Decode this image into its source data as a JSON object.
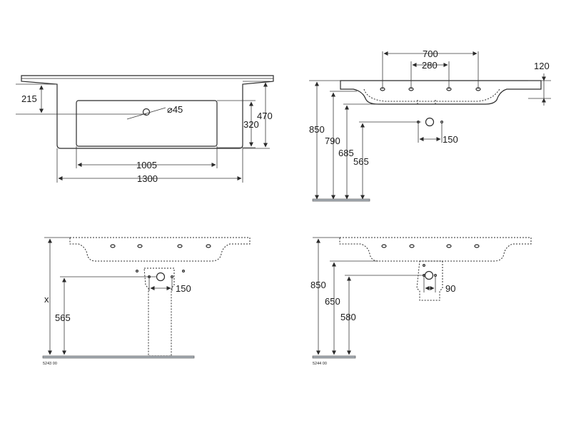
{
  "top_view": {
    "dim_215": "215",
    "dim_45": "⌀45",
    "dim_320": "320",
    "dim_470": "470",
    "dim_1005": "1005",
    "dim_1300": "1300"
  },
  "side_view": {
    "dim_700": "700",
    "dim_280": "280",
    "dim_120": "120",
    "dim_850": "850",
    "dim_790": "790",
    "dim_685": "685",
    "dim_565": "565",
    "dim_150": "150"
  },
  "front_pedestal": {
    "dim_x": "x",
    "dim_565": "565",
    "dim_150": "150",
    "code": "5243 00"
  },
  "front_semi_pedestal": {
    "dim_850": "850",
    "dim_650": "650",
    "dim_580": "580",
    "dim_90": "90",
    "code": "5244 00"
  },
  "colors": {
    "line": "#2b2b2b",
    "floor": "#aab1b8"
  }
}
